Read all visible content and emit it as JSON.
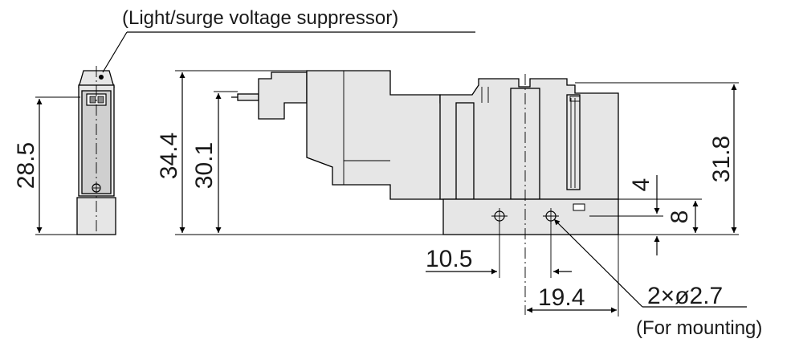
{
  "drawing": {
    "callouts": {
      "light_surge": "(Light/surge voltage suppressor)",
      "hole_spec": "2×ø2.7",
      "for_mounting": "(For mounting)"
    },
    "dimensions": {
      "side_height": "28.5",
      "overall_height": "34.4",
      "connector_height": "30.1",
      "right_height": "31.8",
      "hole_offset": "4",
      "base_height": "8",
      "hole_x": "10.5",
      "hole_pitch": "19.4"
    }
  }
}
